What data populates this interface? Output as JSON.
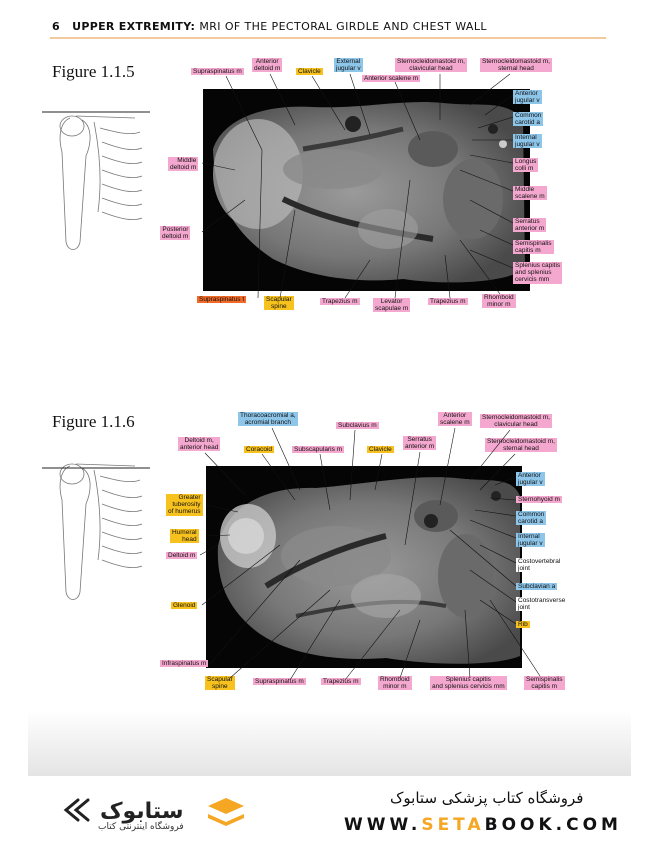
{
  "header": {
    "page_number": "6",
    "section": "UPPER EXTREMITY:",
    "subtitle": "MRI OF THE PECTORAL GIRDLE AND CHEST WALL"
  },
  "figures": [
    {
      "caption": "Figure 1.1.5",
      "labels": {
        "supraspinatus_m": "Supraspinatus m",
        "anterior_deltoid": "Anterior\ndeltoid m",
        "clavicle": "Clavicle",
        "external_jugular": "External\njugular v",
        "anterior_scalene": "Anterior scalene m",
        "scm_clavicular": "Sternocleidomastoid m,\nclavicular head",
        "scm_sternal": "Sternocleidomastoid m,\nsternal head",
        "anterior_jugular": "Anterior\njugular v",
        "common_carotid": "Common\ncarotid a",
        "internal_jugular": "Internal\njugular v",
        "longus_colli": "Longus\ncolli m",
        "middle_scalene": "Middle\nscalene m",
        "serratus_anterior": "Serratus\nanterior m",
        "semispinalis": "Semispinalis\ncapitis m",
        "splenius": "Splenius capitis\nand splenius\ncervicis mm",
        "middle_deltoid": "Middle\ndeltoid m",
        "posterior_deltoid": "Posterior\ndeltoid m",
        "supraspinatus_t": "Supraspinatus t",
        "scapular_spine": "Scapular\nspine",
        "trapezius_1": "Trapezius m",
        "levator_scapulae": "Levator\nscapulae m",
        "trapezius_2": "Trapezius m",
        "rhomboid_minor": "Rhomboid\nminor m"
      }
    },
    {
      "caption": "Figure 1.1.6",
      "labels": {
        "thoracoacromial": "Thoracoacromial a,\nacromial branch",
        "subclavius": "Subclavius m",
        "anterior_scalene": "Anterior\nscalene m",
        "scm_clavicular": "Sternocleidomastoid m,\nclavicular head",
        "deltoid_anterior": "Deltoid m,\nanterior head",
        "coracoid": "Coracoid",
        "subscapularis": "Subscapularis m",
        "clavicle": "Clavicle",
        "serratus_anterior": "Serratus\nanterior m",
        "scm_sternal": "Sternocleidomastoid m,\nsternal head",
        "anterior_jugular": "Anterior\njugular v",
        "sternohyoid": "Sternohyoid m",
        "common_carotid": "Common\ncarotid a",
        "internal_jugular": "Internal\njugular v",
        "costovertebral": "Costovertebral\njoint",
        "subclavian": "Subclavian a",
        "costotransverse": "Costotransverse\njoint",
        "rib": "Rib",
        "greater_tuberosity": "Greater\ntuberosity\nof humerus",
        "humeral_head": "Humeral\nhead",
        "deltoid_m": "Deltoid m",
        "glenoid": "Glenoid",
        "infraspinatus": "Infraspinatus m",
        "scapular_spine": "Scapular\nspine",
        "supraspinatus": "Supraspinatus m",
        "trapezius": "Trapezius m",
        "rhomboid_minor": "Rhomboid\nminor m",
        "splenius": "Splenius capitis\nand splenius cervicis mm",
        "semispinalis": "Semispinalis\ncapitis m"
      }
    }
  ],
  "footer": {
    "logo_text": "فروشگاه اینترنتی کتاب",
    "shop_name": "فروشگاه کتاب پزشکی ستابوک",
    "url_prefix": "WWW.",
    "url_highlight": "SETA",
    "url_suffix": "BOOK.COM"
  },
  "colors": {
    "label_pink": "#f5a8cf",
    "label_blue": "#8ec6ea",
    "label_yellow": "#f7c21e",
    "label_orange": "#f26a27",
    "header_rule": "#f3c99e",
    "url_accent": "#f5a623"
  }
}
